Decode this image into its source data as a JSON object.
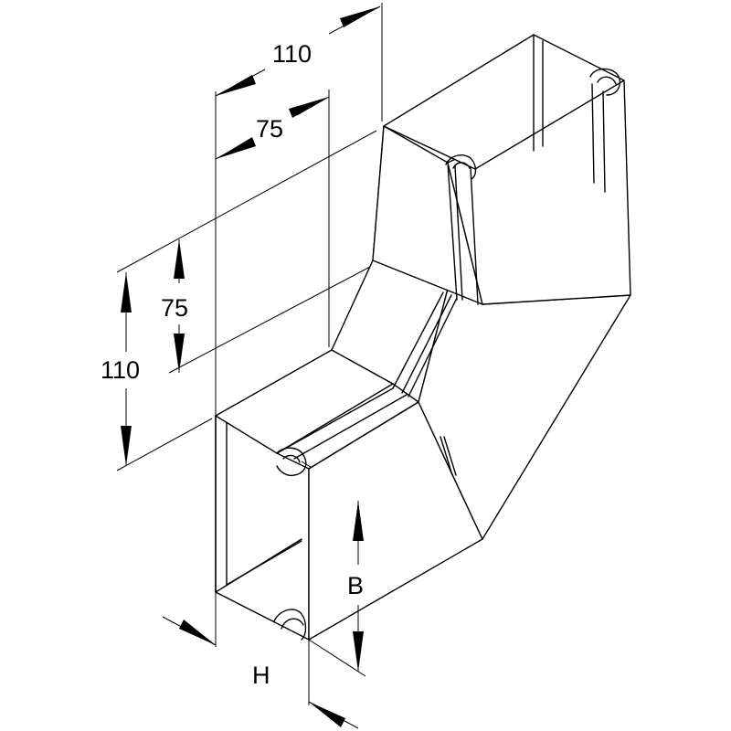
{
  "dimensions": {
    "top_outer": "110",
    "top_inner": "75",
    "left_inner": "75",
    "left_outer": "110",
    "height_label": "B",
    "width_label": "H"
  }
}
